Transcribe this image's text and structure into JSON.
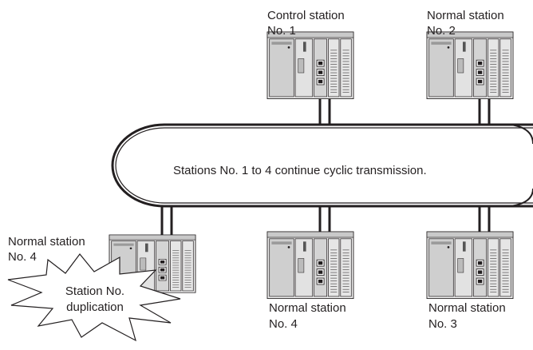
{
  "stations": {
    "s1": {
      "line1": "Control station",
      "line2": "No. 1"
    },
    "s2": {
      "line1": "Normal station",
      "line2": "No. 2"
    },
    "s3": {
      "line1": "Normal station",
      "line2": "No. 3"
    },
    "s4": {
      "line1": "Normal station",
      "line2": "No. 4"
    },
    "s4dup": {
      "line1": "Normal station",
      "line2": "No. 4"
    }
  },
  "ring_label": "Stations No. 1 to 4 continue cyclic transmission.",
  "callout": {
    "line1": "Station No.",
    "line2": "duplication"
  },
  "colors": {
    "line": "#231f20",
    "module_light": "#d8d8d8",
    "module_mid": "#bdbdbd",
    "module_dark": "#8a8a8a"
  }
}
